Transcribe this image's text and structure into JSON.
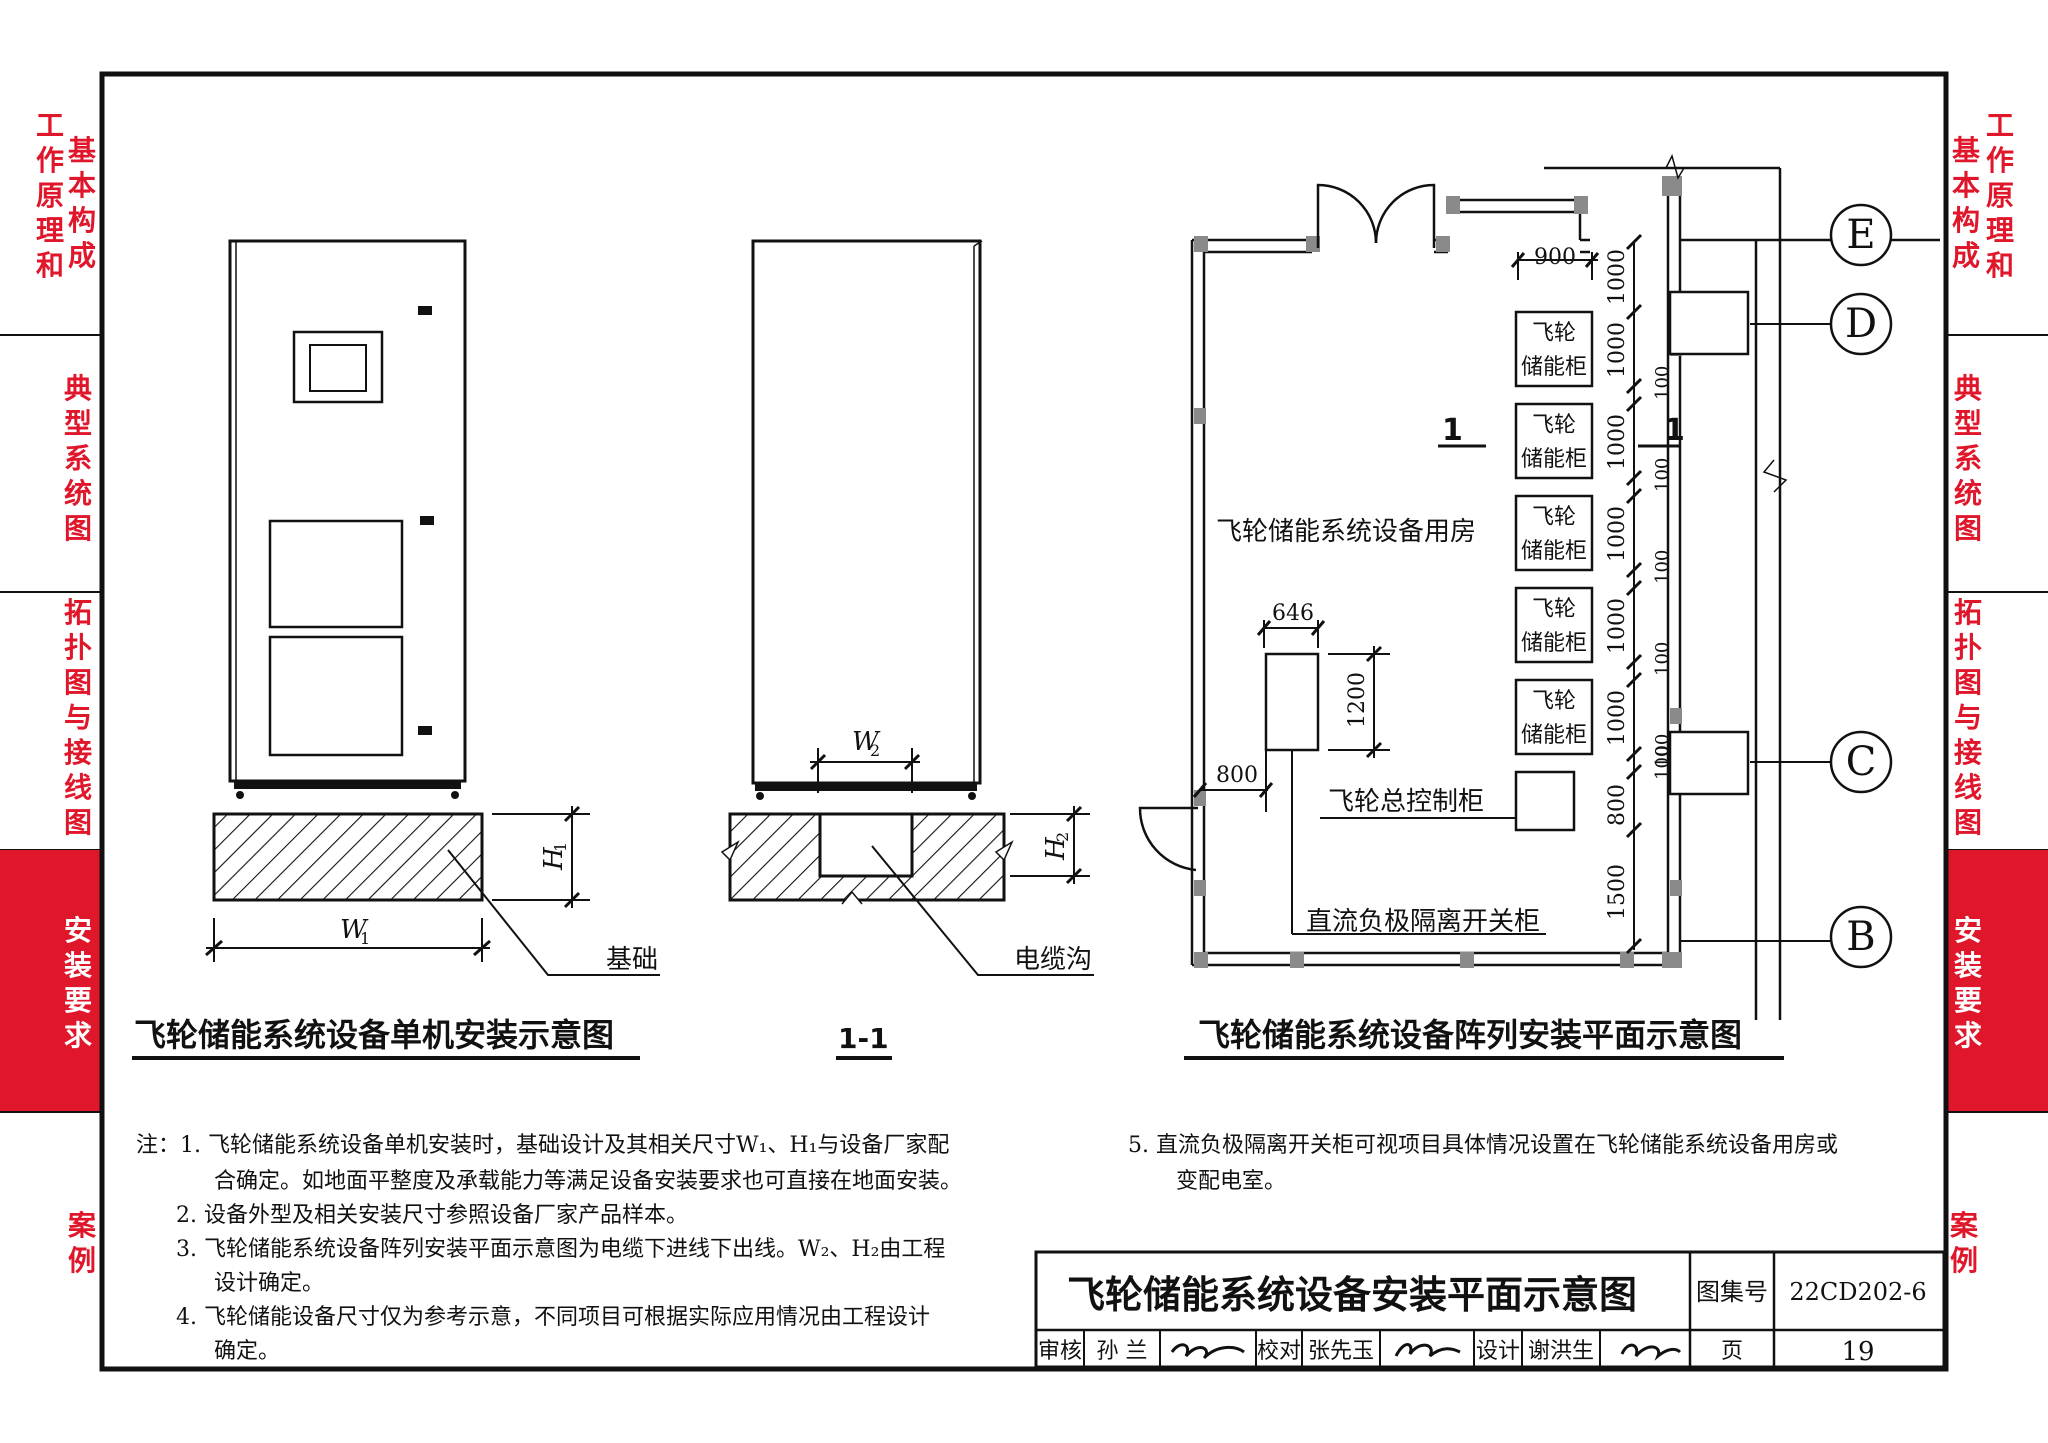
{
  "side_tabs": {
    "t1": [
      "工",
      "作",
      "原",
      "理",
      "和"
    ],
    "t1b": [
      "基",
      "本",
      "构",
      "成"
    ],
    "t2": [
      "典",
      "型",
      "系",
      "统",
      "图"
    ],
    "t3": [
      "拓",
      "扑",
      "图",
      "与",
      "接",
      "线",
      "图"
    ],
    "t4": [
      "安",
      "装",
      "要",
      "求"
    ],
    "t5": [
      "案",
      "例"
    ]
  },
  "single_unit": {
    "w1": "W",
    "w1_sub": "1",
    "h1": "H",
    "h1_sub": "1",
    "foundation_label": "基础",
    "title": "飞轮储能系统设备单机安装示意图"
  },
  "section_view": {
    "w2": "W",
    "w2_sub": "2",
    "h2": "H",
    "h2_sub": "2",
    "trench_label": "电缆沟",
    "title": "1-1"
  },
  "plan_view": {
    "axis_e": "E",
    "axis_d": "D",
    "axis_c": "C",
    "axis_b": "B",
    "dim_900": "900",
    "dims_1000": [
      "1000",
      "1000",
      "1000",
      "1000",
      "1000",
      "1000"
    ],
    "dims_100": [
      "100",
      "100",
      "100",
      "100",
      "100",
      "100"
    ],
    "dim_800_v": "800",
    "dim_1500": "1500",
    "dim_646": "646",
    "dim_1200": "1200",
    "dim_800_h": "800",
    "cabinet_line1": "飞轮",
    "cabinet_line2": "储能柜",
    "room_label": "飞轮储能系统设备用房",
    "section_mark": "1",
    "master_control": "飞轮总控制柜",
    "dc_switch": "直流负极隔离开关柜",
    "title": "飞轮储能系统设备阵列安装平面示意图"
  },
  "notes": {
    "n1_a": "注：1.  飞轮储能系统设备单机安装时，基础设计及其相关尺寸W₁、H₁与设备厂家配",
    "n1_b": "合确定。如地面平整度及承载能力等满足设备安装要求也可直接在地面安装。",
    "n2": "2.  设备外型及相关安装尺寸参照设备厂家产品样本。",
    "n3_a": "3.  飞轮储能系统设备阵列安装平面示意图为电缆下进线下出线。W₂、H₂由工程",
    "n3_b": "设计确定。",
    "n4_a": "4.  飞轮储能设备尺寸仅为参考示意，不同项目可根据实际应用情况由工程设计",
    "n4_b": "确定。",
    "n5_a": "5.   直流负极隔离开关柜可视项目具体情况设置在飞轮储能系统设备用房或",
    "n5_b": "变配电室。"
  },
  "title_block": {
    "drawing_title": "飞轮储能系统设备安装平面示意图",
    "atlas_label": "图集号",
    "atlas_no": "22CD202-6",
    "review_label": "审核",
    "review_name": "孙 兰",
    "check_label": "校对",
    "check_name": "张先玉",
    "design_label": "设计",
    "design_name": "谢洪生",
    "page_label": "页",
    "page_no": "19"
  },
  "colors": {
    "tab_red": "#e0162b",
    "line": "#111111",
    "column_gray": "#8a8a8a"
  }
}
